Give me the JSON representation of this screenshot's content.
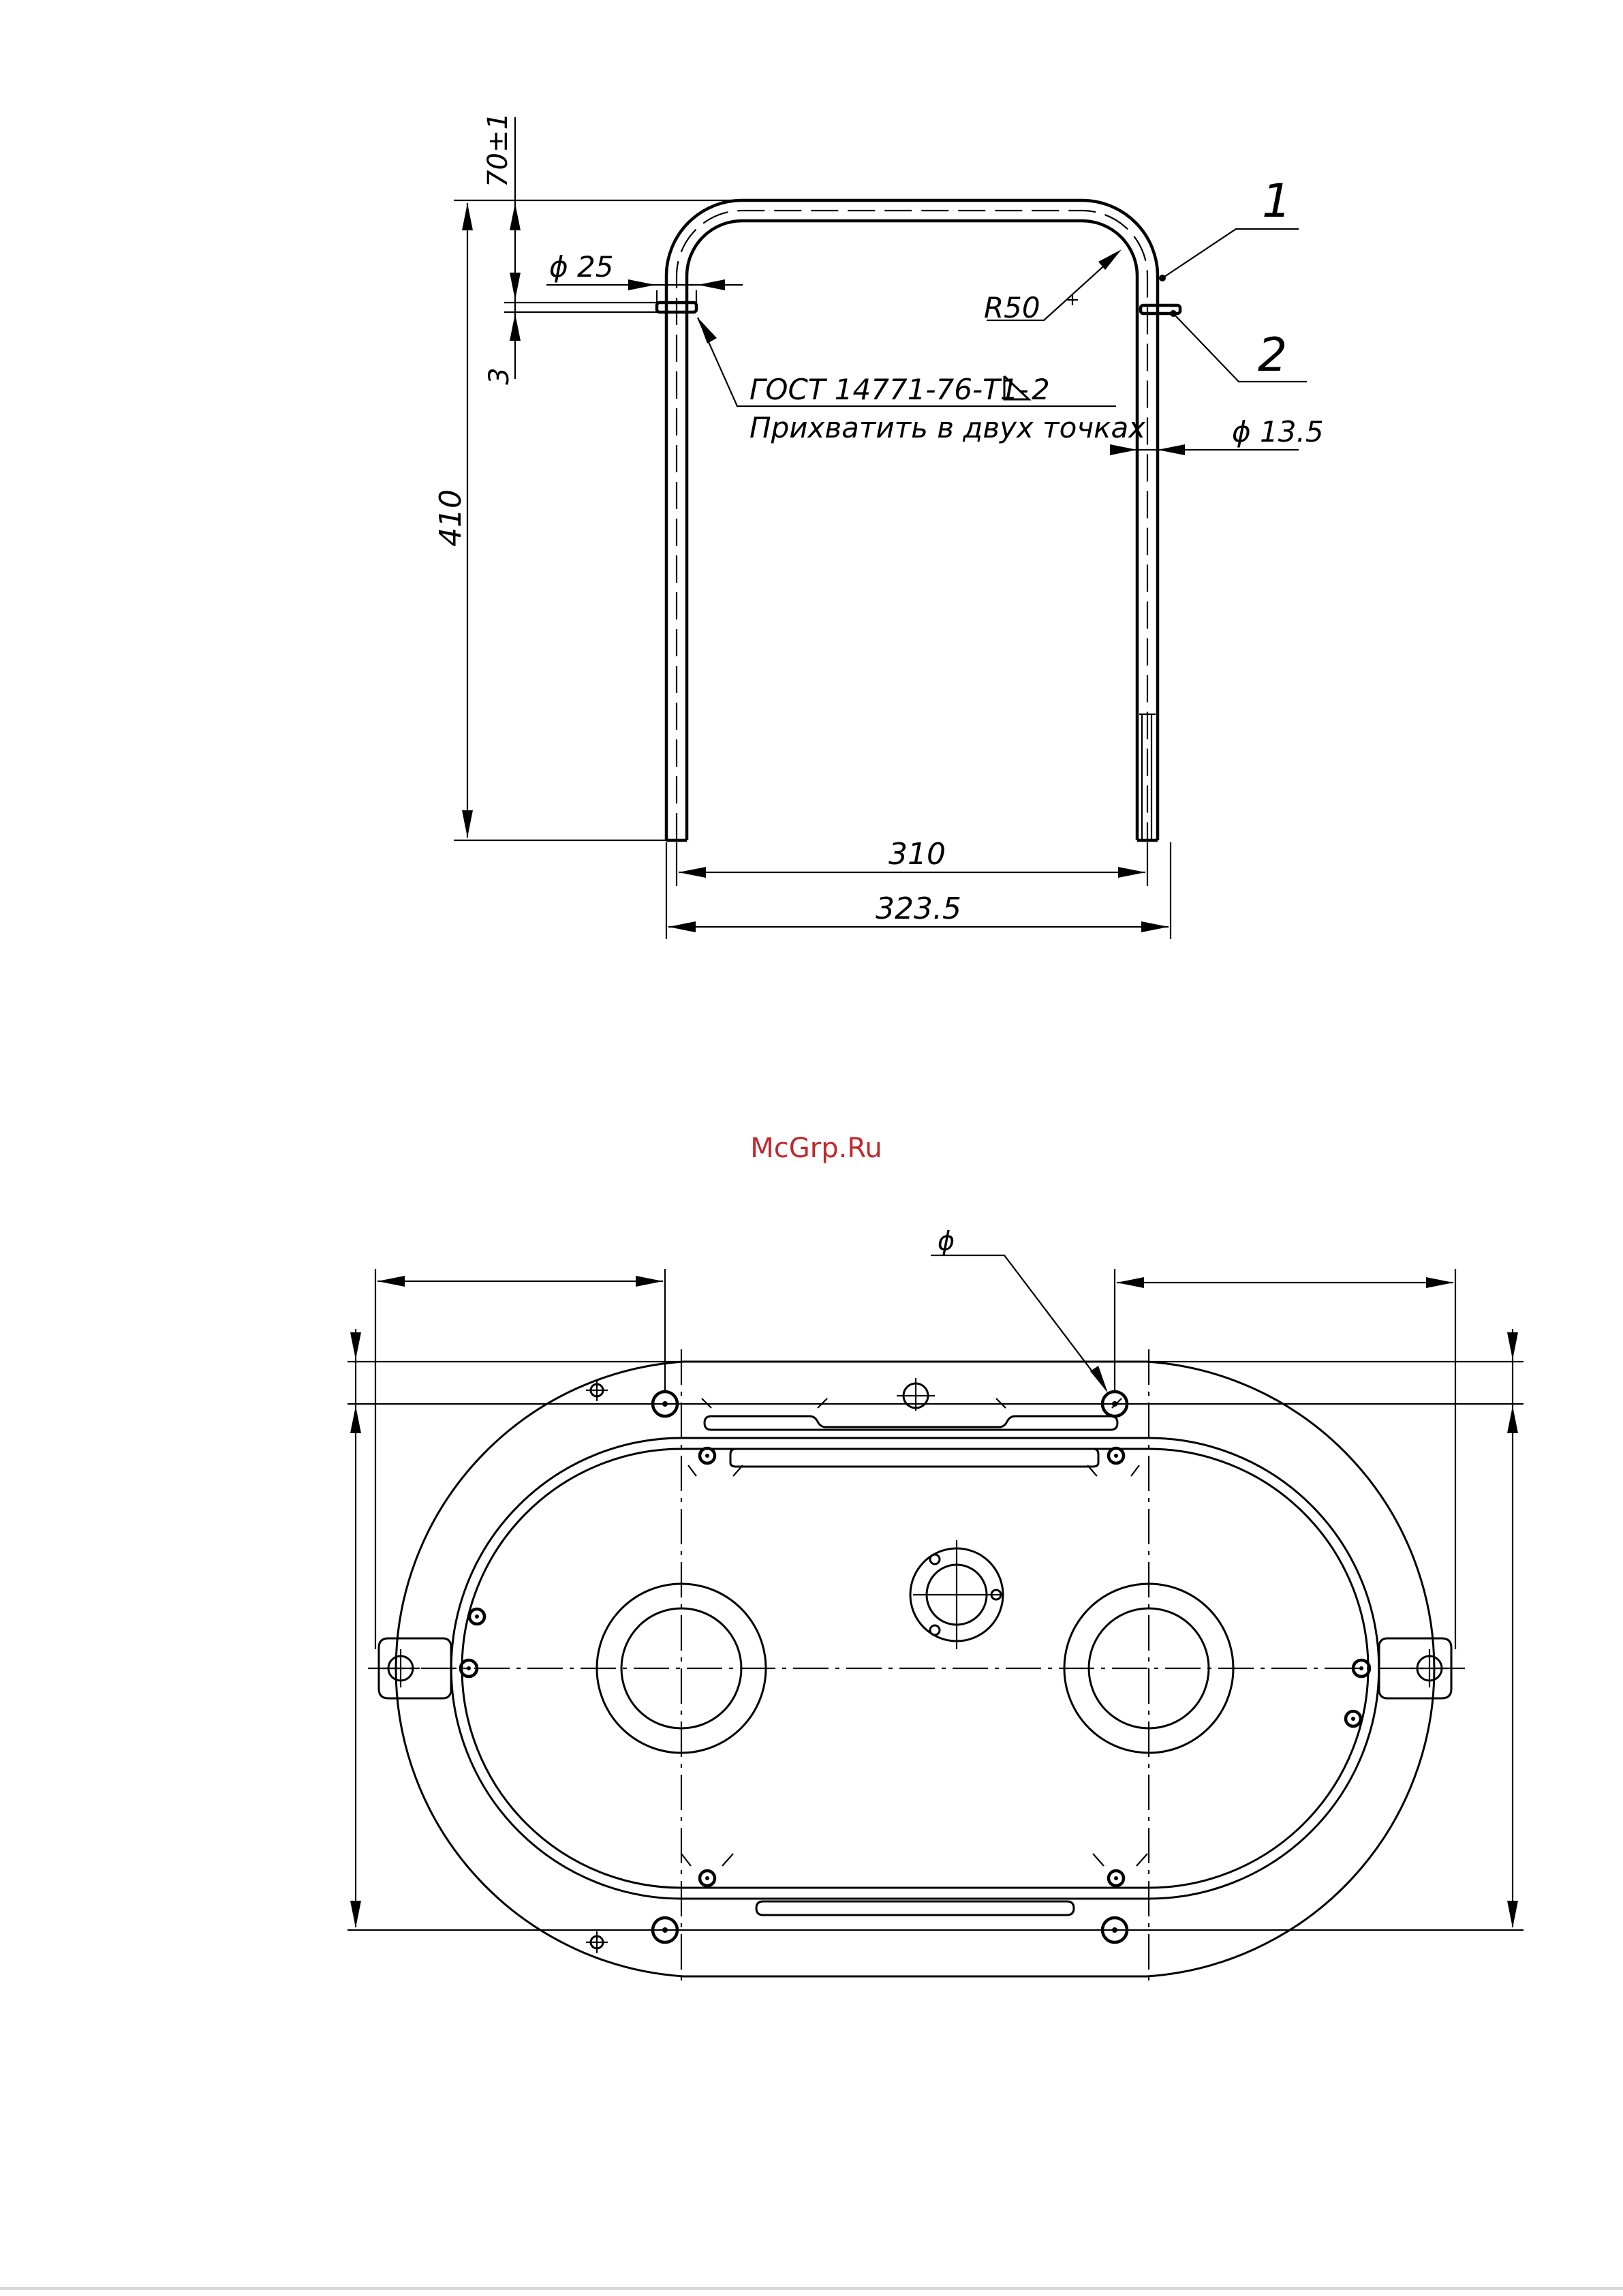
{
  "top_drawing": {
    "dim_top_gap": "70±1",
    "dim_pad_diameter": "ϕ 25",
    "dim_pad_thickness": "3",
    "dim_height": "410",
    "dim_bend_radius": "R50",
    "dim_rod_diameter": "ϕ 13.5",
    "dim_inner_width": "310",
    "dim_outer_width": "323.5",
    "weld_note_line1": "ГОСТ 14771-76-Т1-",
    "weld_leg": "2",
    "weld_note_line2": "Прихватить в двух точках",
    "callout_1": "1",
    "callout_2": "2"
  },
  "watermark": "McGrp.Ru",
  "bottom_drawing": {
    "dim_hole_diameter": "ϕ"
  },
  "colors": {
    "line": "#000000",
    "watermark": "#c0282d"
  }
}
